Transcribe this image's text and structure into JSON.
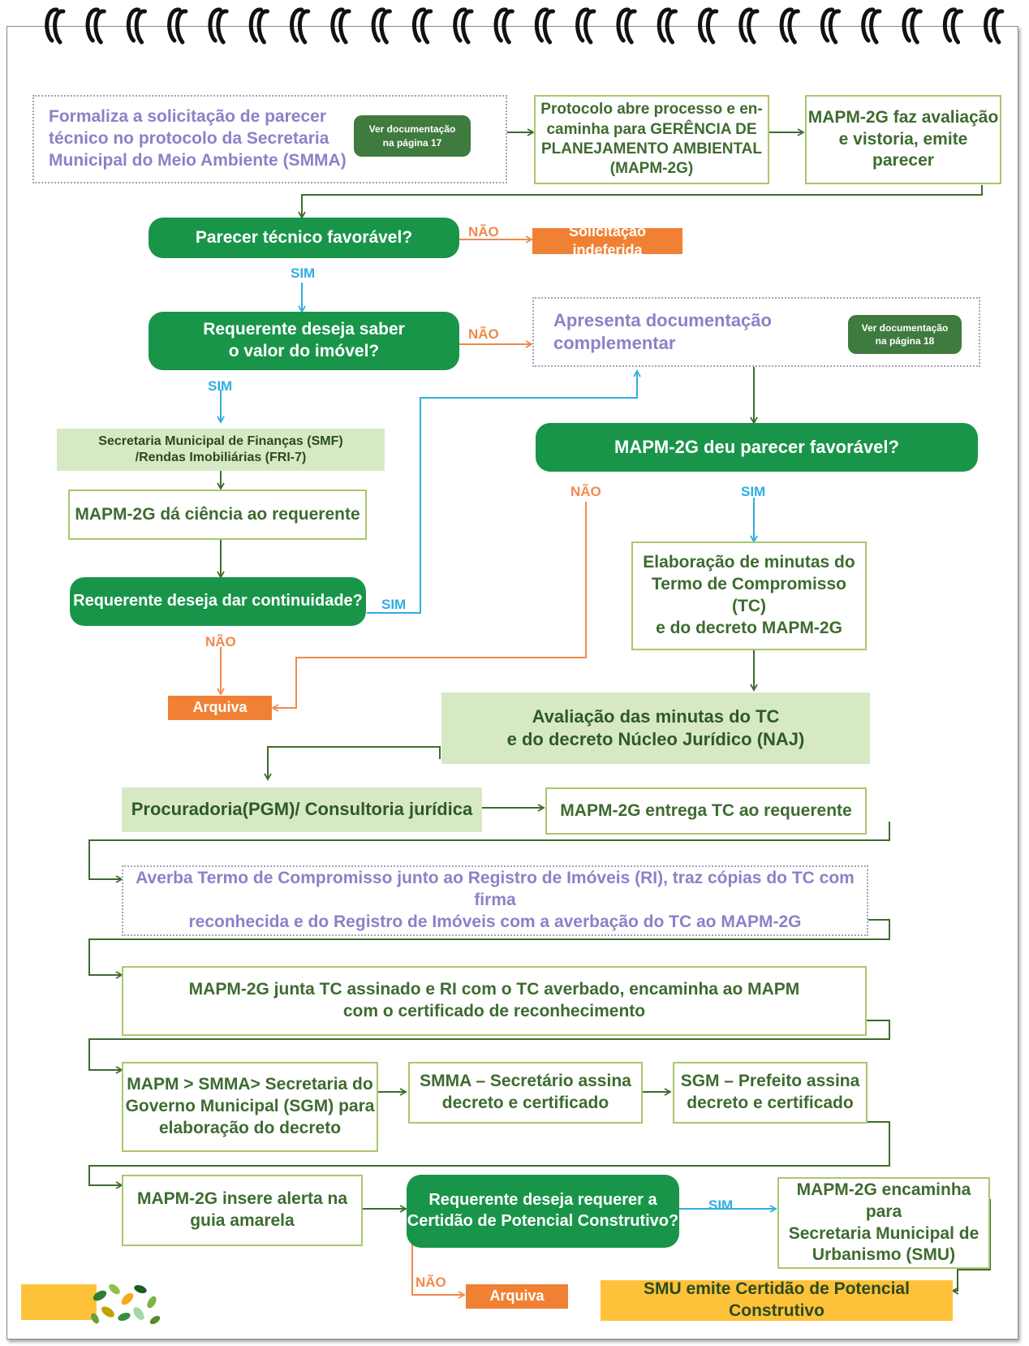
{
  "nodes": {
    "formaliza": "Formaliza a solicitação de parecer\ntécnico no protocolo da Secretaria\nMunicipal do Meio Ambiente (SMMA)",
    "ver_doc_17": "Ver documentação\nna página 17",
    "protocolo": "Protocolo abre processo e en-\ncaminha  para GERÊNCIA DE\nPLANEJAMENTO AMBIENTAL\n(MAPM-2G)",
    "avaliacao_vistoria": "MAPM-2G faz avaliação\ne vistoria, emite parecer",
    "parecer_favoravel": "Parecer técnico favorável?",
    "indeferida": "Solicitação indeferida",
    "valor_imovel": "Requerente deseja saber\no valor do imóvel?",
    "doc_complementar": "Apresenta documentação\ncomplementar",
    "ver_doc_18": "Ver documentação\nna página 18",
    "smf": "Secretaria Municipal de Finanças (SMF)\n/Rendas Imobiliárias (FRI-7)",
    "mapm_parecer": "MAPM-2G deu parecer favorável?",
    "ciencia": "MAPM-2G dá ciência ao requerente",
    "minutas": "Elaboração de minutas do\nTermo de Compromisso (TC)\ne do decreto MAPM-2G",
    "continuidade": "Requerente deseja dar continuidade?",
    "arquiva_1": "Arquiva",
    "naj": "Avaliação das minutas do TC\ne do decreto Núcleo Jurídico (NAJ)",
    "pgm": "Procuradoria(PGM)/ Consultoria jurídica",
    "entrega_tc": "MAPM-2G entrega TC ao requerente",
    "averba": "Averba Termo de Compromisso junto ao Registro de Imóveis (RI), traz cópias do TC com firma\nreconhecida e do Registro de Imóveis com a averbação do TC ao MAPM-2G",
    "junta_tc": "MAPM-2G junta TC assinado e RI com o TC averbado, encaminha ao MAPM\ncom o certificado de reconhecimento",
    "smma_sgm": "MAPM > SMMA> Secretaria do\nGoverno Municipal (SGM) para\nelaboração do decreto",
    "secretario": "SMMA – Secretário assina\ndecreto e certificado",
    "prefeito": "SGM – Prefeito assina\ndecreto e certificado",
    "alerta": "MAPM-2G insere alerta na\nguia amarela",
    "certidao_q": "Requerente deseja requerer a\nCertidão de Potencial Construtivo?",
    "smu": "MAPM-2G encaminha para\nSecretaria Municipal de\nUrbanismo (SMU)",
    "arquiva_2": "Arquiva",
    "smu_emite": "SMU emite Certidão de Potencial Construtivo"
  },
  "labels": {
    "sim": "SIM",
    "nao": "NÃO"
  },
  "colors": {
    "decision_green": "#19954a",
    "outline_green": "#a9c76e",
    "fill_green": "#d7e9c4",
    "orange": "#f08134",
    "yellow": "#fec23a",
    "yes_blue": "#30aee0",
    "no_orange": "#ef8a4c"
  }
}
